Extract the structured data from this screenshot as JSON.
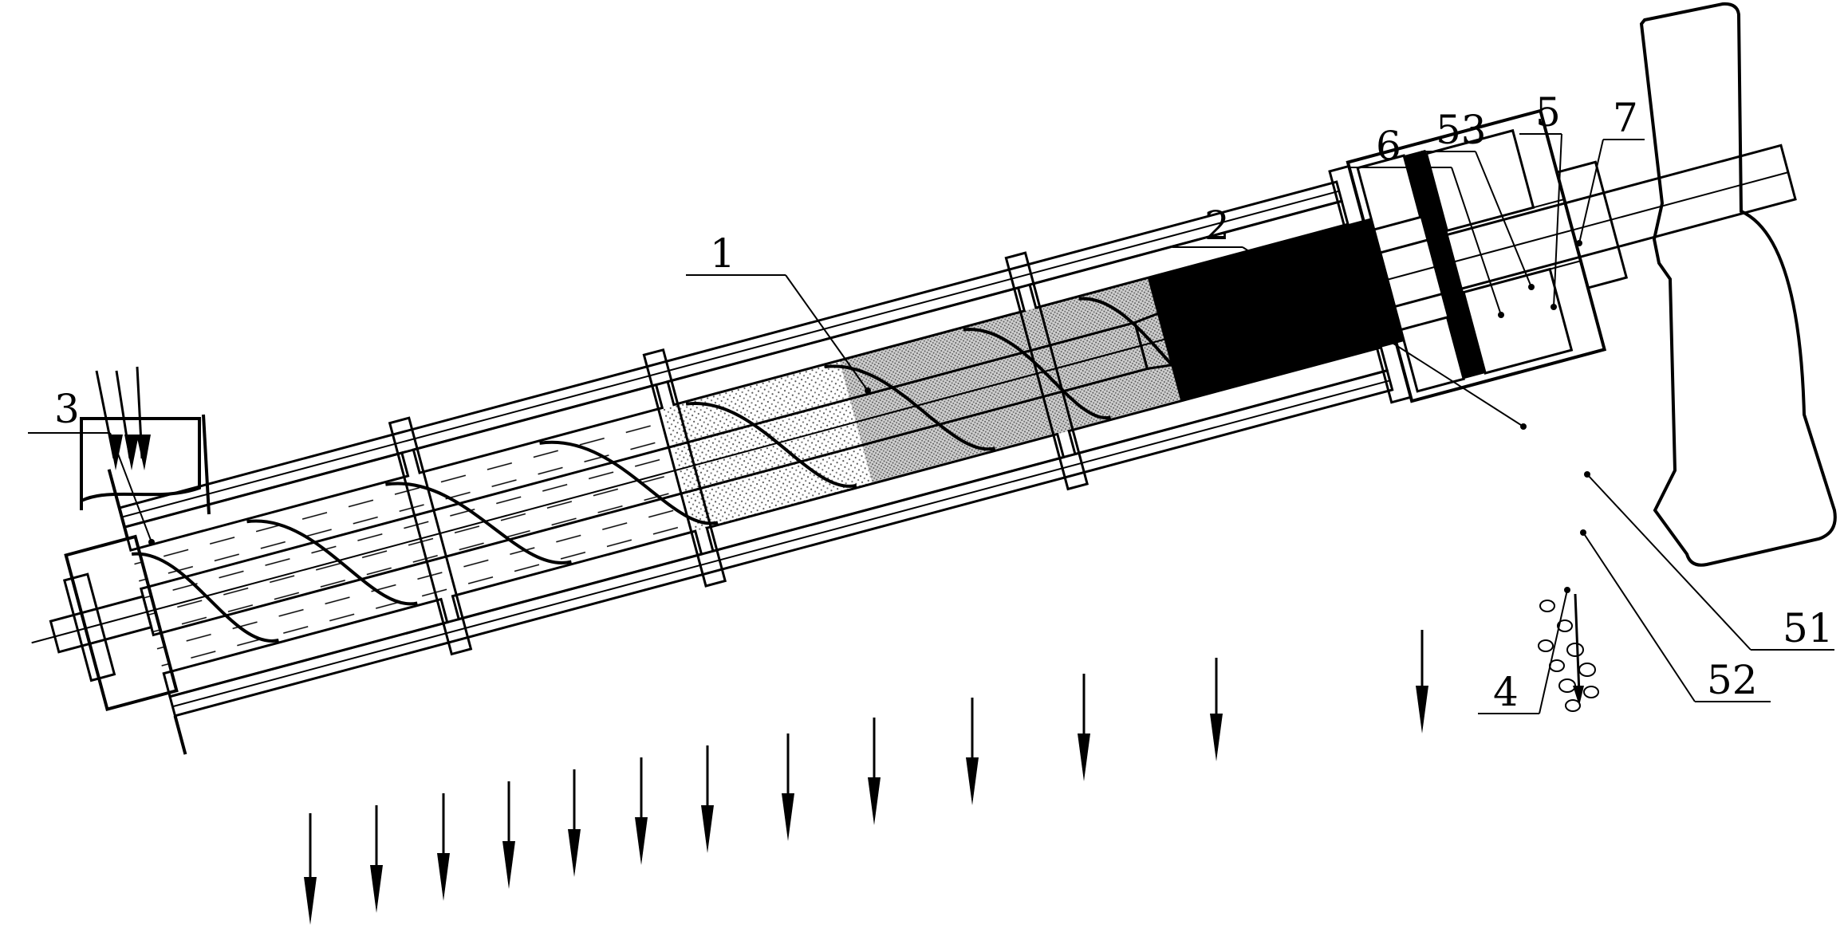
{
  "labels": {
    "l1": "1",
    "l2": "2",
    "l3": "3",
    "l4": "4",
    "l5": "5",
    "l6": "6",
    "l7": "7",
    "l51": "51",
    "l52": "52",
    "l53": "53"
  }
}
